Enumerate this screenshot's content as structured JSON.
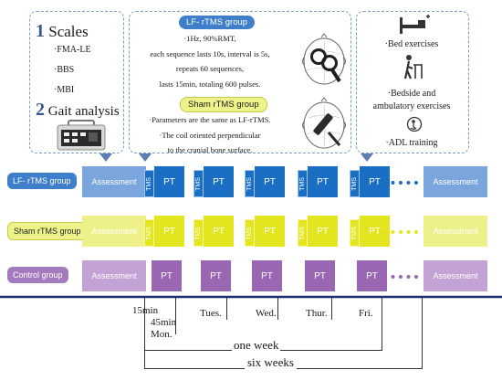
{
  "scales_panel": {
    "num1": "1",
    "title1": "Scales",
    "items": [
      "·FMA-LE",
      "·BBS",
      "·MBI"
    ],
    "num2": "2",
    "title2": "Gait analysis"
  },
  "protocol_panel": {
    "lf_badge": "LF- rTMS group",
    "lf_lines": [
      "·1Hz, 90%RMT,",
      "each sequence lasts 10s, interval is 5s,",
      "repeats 60 sequences,",
      "lasts 15min, totaling 600 pulses."
    ],
    "sham_badge": "Sham rTMS group",
    "sham_lines": [
      "·Parameters are the same as LF-rTMS.",
      "·The coil oriented perpendicular",
      "to the cranial bone surface."
    ]
  },
  "pt_panel": {
    "items": [
      "·Bed exercises",
      "·Bedside and",
      "ambulatory exercises",
      "·ADL training"
    ]
  },
  "groups": {
    "lf_label": "LF- rTMS group",
    "sham_label": "Sham rTMS group",
    "control_label": "Control group",
    "assessment": "Assessment",
    "pt": "PT",
    "tms": "TMS"
  },
  "timeline": {
    "t15": "15min",
    "t45": "45min",
    "days": [
      "Mon.",
      "Tues.",
      "Wed.",
      "Thur.",
      "Fri."
    ],
    "one_week": "one week",
    "six_weeks": "six weeks"
  },
  "colors": {
    "lf_dark": "#1a6fc4",
    "lf_light": "#7aa6dd",
    "sham_dark": "#e3e61f",
    "sham_light": "#eef08a",
    "ctrl_dark": "#9a67b3",
    "ctrl_light": "#c3a3d6",
    "panel_border": "#7a9cc6"
  }
}
